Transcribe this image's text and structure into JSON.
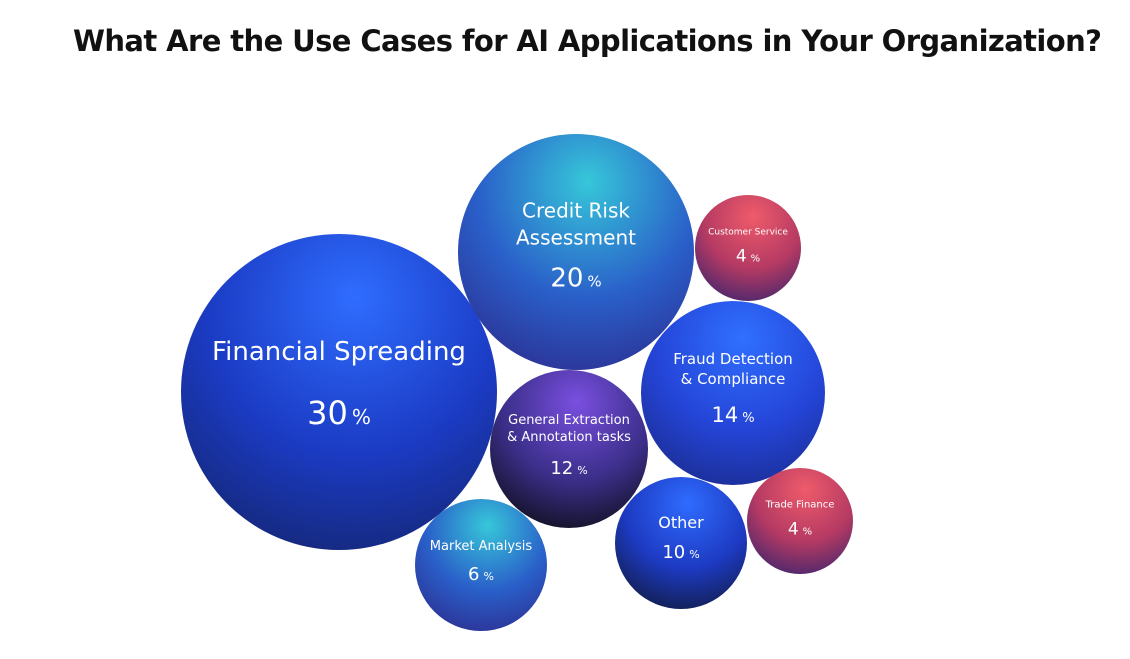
{
  "chart_data": {
    "type": "bubble",
    "title": "What Are the Use Cases for AI Applications in Your Organization?",
    "unit": "%",
    "items": [
      {
        "id": "financial-spreading",
        "label_lines": [
          "Financial Spreading"
        ],
        "value": 30,
        "theme": "blue"
      },
      {
        "id": "credit-risk-assessment",
        "label_lines": [
          "Credit Risk",
          "Assessment"
        ],
        "value": 20,
        "theme": "teal-blue"
      },
      {
        "id": "customer-service",
        "label_lines": [
          "Customer Service"
        ],
        "value": 4,
        "theme": "red"
      },
      {
        "id": "fraud-detection-compliance",
        "label_lines": [
          "Fraud Detection",
          "& Compliance"
        ],
        "value": 14,
        "theme": "bright-blue"
      },
      {
        "id": "general-extraction-annotation",
        "label_lines": [
          "General Extraction",
          "& Annotation tasks"
        ],
        "value": 12,
        "theme": "purple-dark"
      },
      {
        "id": "other",
        "label_lines": [
          "Other"
        ],
        "value": 10,
        "theme": "bright-blue-dark"
      },
      {
        "id": "trade-finance",
        "label_lines": [
          "Trade Finance"
        ],
        "value": 4,
        "theme": "red"
      },
      {
        "id": "market-analysis",
        "label_lines": [
          "Market Analysis"
        ],
        "value": 6,
        "theme": "teal-blue"
      }
    ],
    "themes": {
      "blue": [
        "#2f6dff",
        "#1b3bc4",
        "#14256f"
      ],
      "teal-blue": [
        "#36c7d9",
        "#2a5fc9",
        "#2c2c8e"
      ],
      "red": [
        "#ef5b6a",
        "#b53a63",
        "#3a246e"
      ],
      "bright-blue": [
        "#3070ff",
        "#2445d8",
        "#1a2a8c"
      ],
      "purple-dark": [
        "#7a4fe0",
        "#3b2f8a",
        "#0c0c14"
      ],
      "bright-blue-dark": [
        "#2f6cff",
        "#1d3ac2",
        "#101a3c"
      ]
    }
  }
}
